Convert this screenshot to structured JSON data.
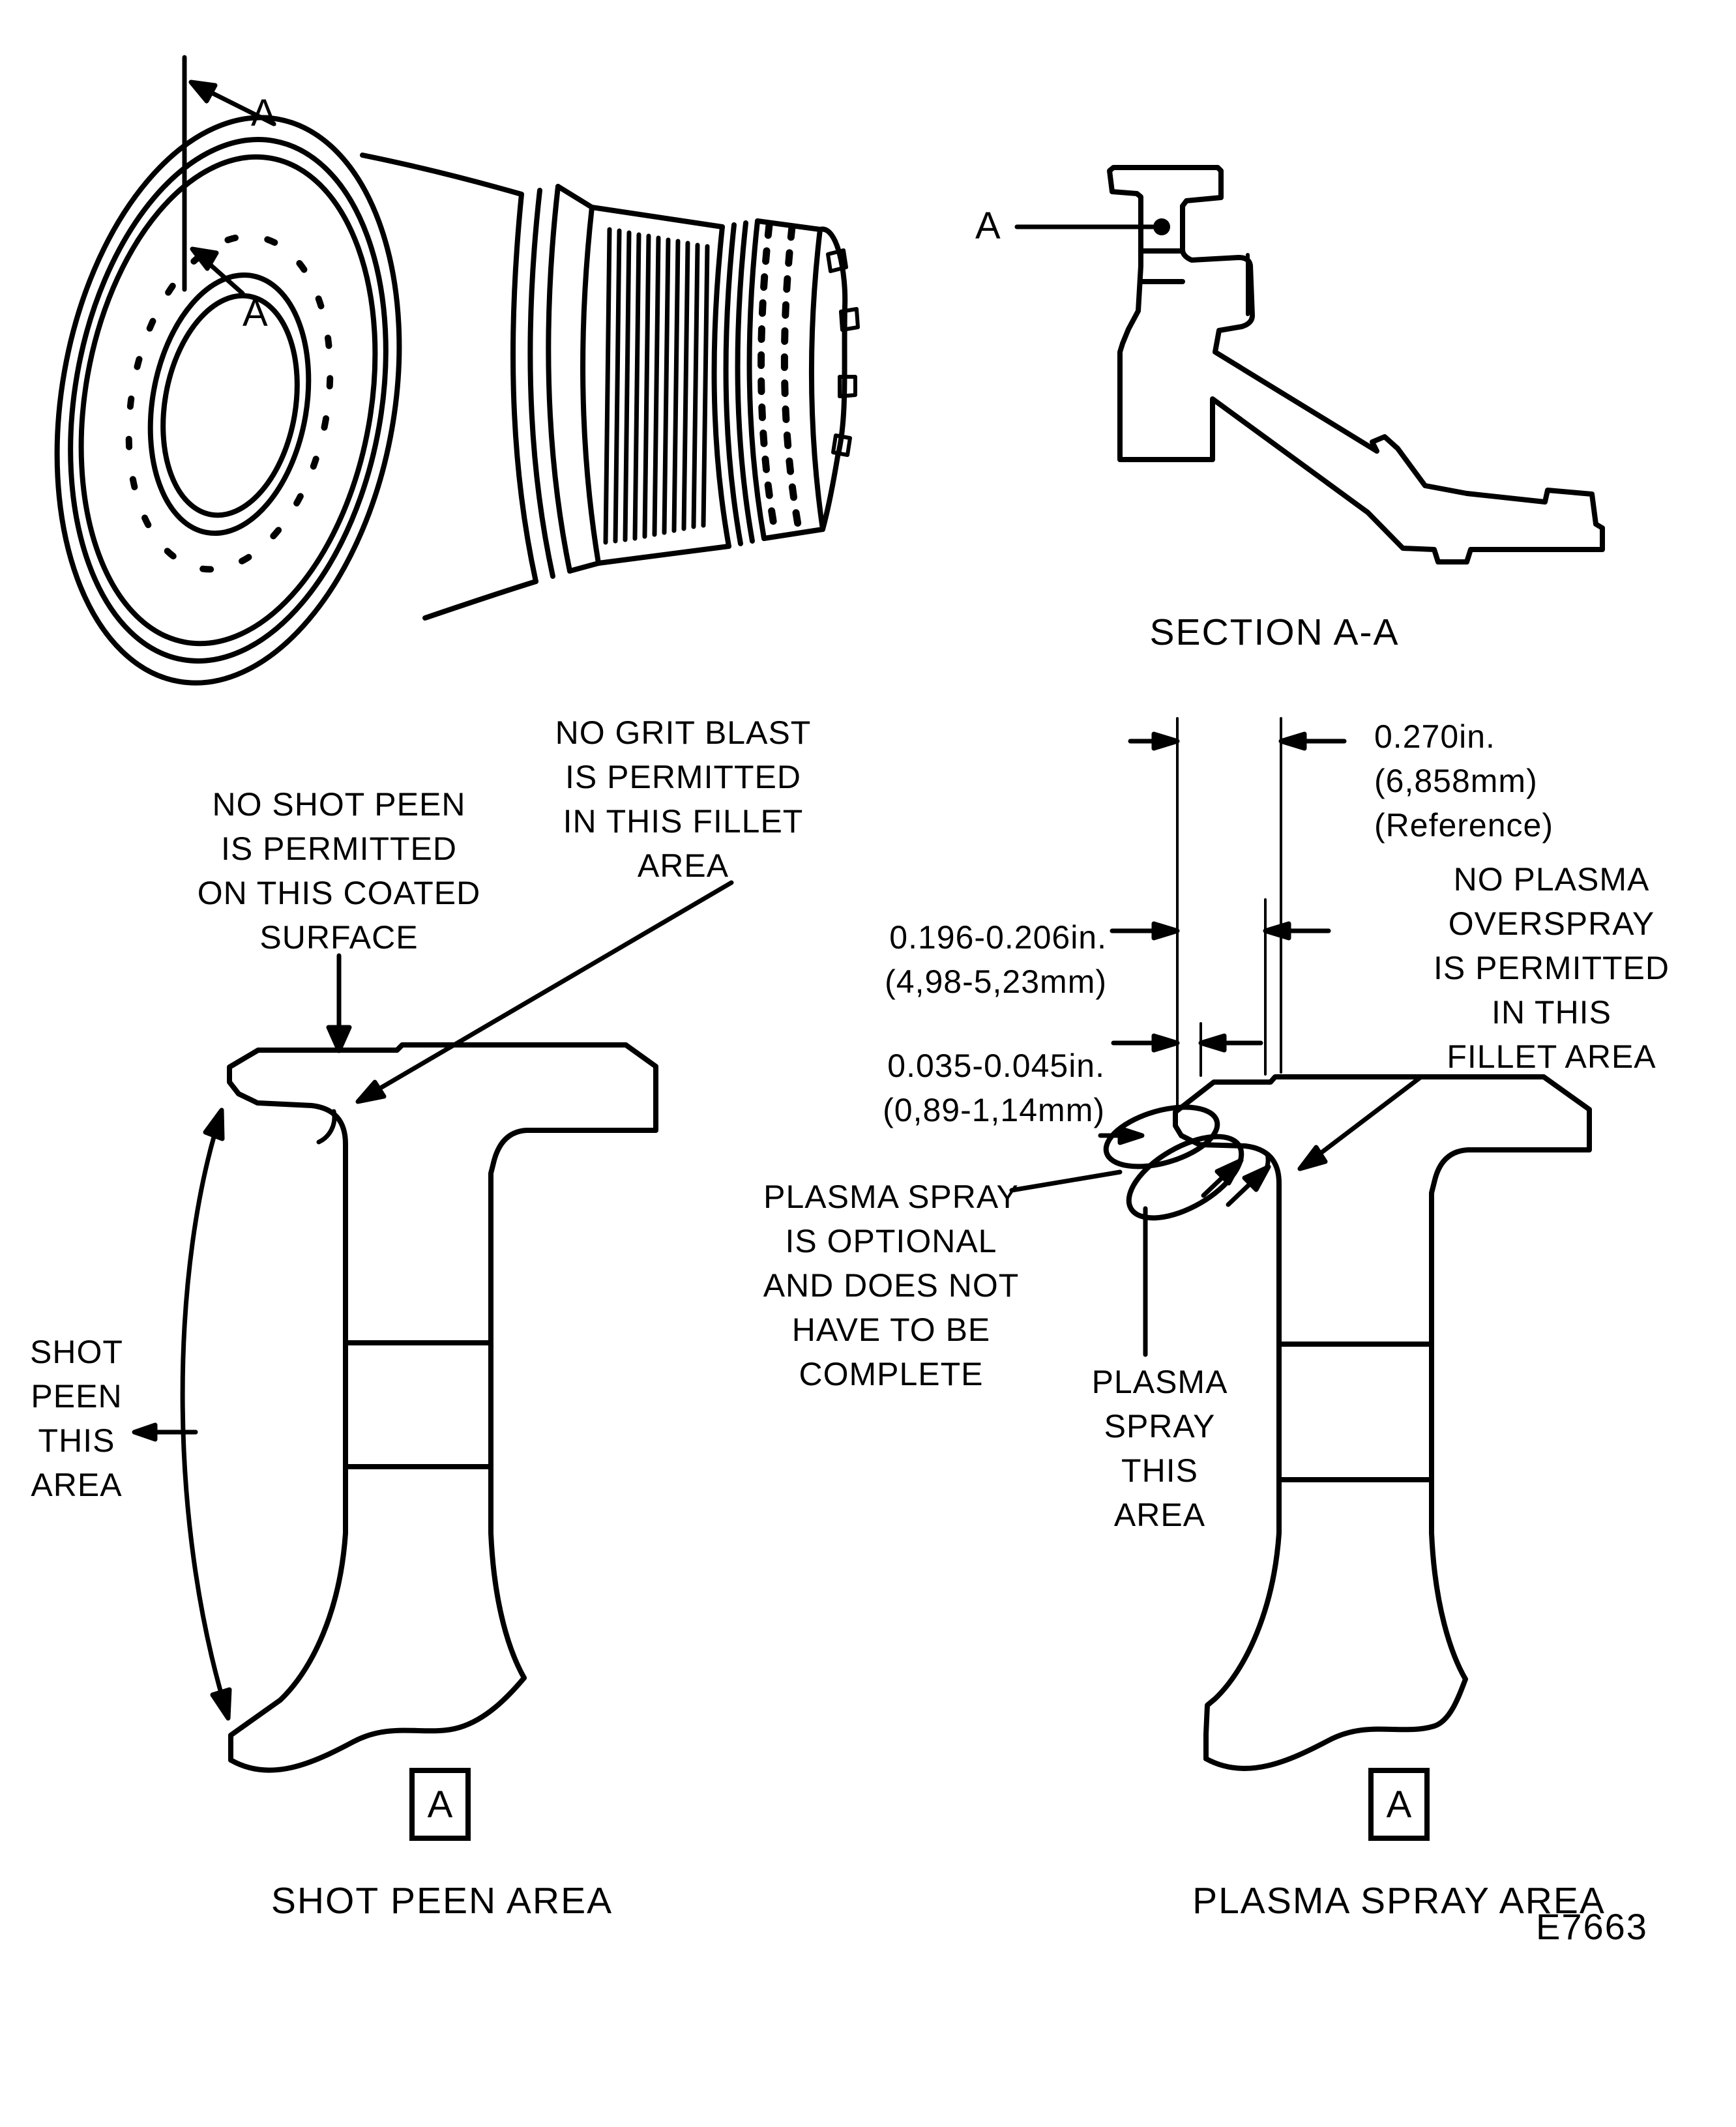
{
  "colors": {
    "ink": "#000000",
    "paper": "#ffffff"
  },
  "figure": {
    "number": "E7663"
  },
  "isometric": {
    "section_line_label_top": "A",
    "section_line_label_bottom": "A"
  },
  "section_view": {
    "pointer_label": "A",
    "caption": "SECTION A-A"
  },
  "shot_peen": {
    "annotation_no_shot_peen": "NO SHOT PEEN\nIS PERMITTED\nON THIS COATED\nSURFACE",
    "annotation_no_grit_blast": "NO GRIT BLAST\nIS PERMITTED\nIN THIS FILLET\nAREA",
    "annotation_area": "SHOT\nPEEN\nTHIS\nAREA",
    "datum_label": "A",
    "caption": "SHOT PEEN AREA"
  },
  "plasma_spray": {
    "dim_overall": "0.270in.\n(6,858mm)\n(Reference)",
    "dim_base": "0.196-0.206in.\n(4,98-5,23mm)",
    "dim_coating": "0.035-0.045in.\n(0,89-1,14mm)",
    "annotation_no_overspray": "NO PLASMA\nOVERSPRAY\nIS PERMITTED\nIN THIS\nFILLET AREA",
    "annotation_optional": "PLASMA SPRAY\nIS OPTIONAL\nAND DOES NOT\nHAVE TO BE\nCOMPLETE",
    "annotation_area": "PLASMA\nSPRAY\nTHIS\nAREA",
    "datum_label": "A",
    "caption": "PLASMA SPRAY AREA"
  }
}
